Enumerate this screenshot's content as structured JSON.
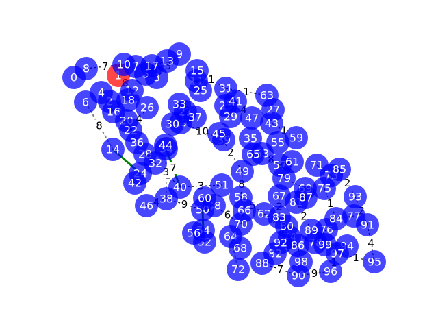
{
  "colors": {
    "node_fill": "#0000ff",
    "highlight_fill": "#ff0000",
    "edge_default": "#7f7f7f",
    "edge_highlight": "#008000",
    "edge_dark": "#000000",
    "label_color": "#ffffff"
  },
  "graph": {
    "highlighted_node": "1",
    "nodes": [
      {
        "id": "0"
      },
      {
        "id": "1"
      },
      {
        "id": "2"
      },
      {
        "id": "3"
      },
      {
        "id": "4"
      },
      {
        "id": "5"
      },
      {
        "id": "6"
      },
      {
        "id": "7"
      },
      {
        "id": "8"
      },
      {
        "id": "9"
      },
      {
        "id": "10"
      },
      {
        "id": "11"
      },
      {
        "id": "12"
      },
      {
        "id": "13"
      },
      {
        "id": "14"
      },
      {
        "id": "15"
      },
      {
        "id": "16"
      },
      {
        "id": "17"
      },
      {
        "id": "18"
      },
      {
        "id": "19"
      },
      {
        "id": "20"
      },
      {
        "id": "21"
      },
      {
        "id": "22"
      },
      {
        "id": "23"
      },
      {
        "id": "24"
      },
      {
        "id": "25"
      },
      {
        "id": "26"
      },
      {
        "id": "27"
      },
      {
        "id": "28"
      },
      {
        "id": "29"
      },
      {
        "id": "30"
      },
      {
        "id": "31"
      },
      {
        "id": "32"
      },
      {
        "id": "33"
      },
      {
        "id": "34"
      },
      {
        "id": "35"
      },
      {
        "id": "36"
      },
      {
        "id": "37"
      },
      {
        "id": "38"
      },
      {
        "id": "39"
      },
      {
        "id": "40"
      },
      {
        "id": "41"
      },
      {
        "id": "42"
      },
      {
        "id": "43"
      },
      {
        "id": "44"
      },
      {
        "id": "45"
      },
      {
        "id": "46"
      },
      {
        "id": "47"
      },
      {
        "id": "48"
      },
      {
        "id": "49"
      },
      {
        "id": "50"
      },
      {
        "id": "51"
      },
      {
        "id": "52"
      },
      {
        "id": "53"
      },
      {
        "id": "54"
      },
      {
        "id": "55"
      },
      {
        "id": "56"
      },
      {
        "id": "57"
      },
      {
        "id": "58"
      },
      {
        "id": "59"
      },
      {
        "id": "60"
      },
      {
        "id": "61"
      },
      {
        "id": "62"
      },
      {
        "id": "63"
      },
      {
        "id": "64"
      },
      {
        "id": "65"
      },
      {
        "id": "66"
      },
      {
        "id": "67"
      },
      {
        "id": "68"
      },
      {
        "id": "69"
      },
      {
        "id": "70"
      },
      {
        "id": "71"
      },
      {
        "id": "72"
      },
      {
        "id": "73"
      },
      {
        "id": "74"
      },
      {
        "id": "75"
      },
      {
        "id": "76"
      },
      {
        "id": "77"
      },
      {
        "id": "78"
      },
      {
        "id": "79"
      },
      {
        "id": "80"
      },
      {
        "id": "81"
      },
      {
        "id": "82"
      },
      {
        "id": "83"
      },
      {
        "id": "84"
      },
      {
        "id": "85"
      },
      {
        "id": "86"
      },
      {
        "id": "87"
      },
      {
        "id": "88"
      },
      {
        "id": "89"
      },
      {
        "id": "90"
      },
      {
        "id": "91"
      },
      {
        "id": "92"
      },
      {
        "id": "93"
      },
      {
        "id": "94"
      },
      {
        "id": "95"
      },
      {
        "id": "96"
      },
      {
        "id": "97"
      },
      {
        "id": "98"
      },
      {
        "id": "99"
      }
    ],
    "edges": [
      {
        "from": "6",
        "to": "14",
        "weight": "8",
        "style": "default"
      },
      {
        "from": "14",
        "to": "24",
        "weight": "",
        "style": "highlight"
      },
      {
        "from": "1",
        "to": "12",
        "weight": "8",
        "style": "dark"
      },
      {
        "from": "3",
        "to": "9",
        "weight": "3",
        "style": "dark"
      },
      {
        "from": "15",
        "to": "31",
        "weight": "1",
        "style": "dark"
      },
      {
        "from": "31",
        "to": "63",
        "weight": "1",
        "style": "dark"
      },
      {
        "from": "19",
        "to": "39",
        "weight": "10",
        "style": "dark"
      },
      {
        "from": "34",
        "to": "40",
        "weight": "7",
        "style": "highlight"
      },
      {
        "from": "40",
        "to": "51",
        "weight": "3",
        "style": "dark"
      },
      {
        "from": "38",
        "to": "50",
        "weight": "9",
        "style": "dark"
      },
      {
        "from": "46",
        "to": "38",
        "weight": "4",
        "style": "dark"
      },
      {
        "from": "50",
        "to": "54",
        "weight": "",
        "style": "highlight"
      },
      {
        "from": "48",
        "to": "70",
        "weight": "6",
        "style": "dark"
      },
      {
        "from": "64",
        "to": "72",
        "weight": "",
        "style": "default"
      },
      {
        "from": "88",
        "to": "90",
        "weight": "7",
        "style": "dark"
      },
      {
        "from": "90",
        "to": "96",
        "weight": "9",
        "style": "dark"
      },
      {
        "from": "96",
        "to": "97",
        "weight": "1",
        "style": "dark"
      },
      {
        "from": "97",
        "to": "95",
        "weight": "1",
        "style": "dark"
      },
      {
        "from": "91",
        "to": "95",
        "weight": "4",
        "style": "dark"
      },
      {
        "from": "85",
        "to": "93",
        "weight": "2",
        "style": "dark"
      },
      {
        "from": "93",
        "to": "91",
        "weight": "2",
        "style": "dark"
      },
      {
        "from": "43",
        "to": "59",
        "weight": "1",
        "style": "dark"
      },
      {
        "from": "41",
        "to": "47",
        "weight": "4",
        "style": "dark"
      },
      {
        "from": "45",
        "to": "49",
        "weight": "2",
        "style": "dark"
      },
      {
        "from": "49",
        "to": "58",
        "weight": "8",
        "style": "dark"
      },
      {
        "from": "58",
        "to": "62",
        "weight": "5",
        "style": "dark"
      },
      {
        "from": "62",
        "to": "80",
        "weight": "2",
        "style": "dark"
      },
      {
        "from": "33",
        "to": "37",
        "weight": "2",
        "style": "dark"
      },
      {
        "from": "22",
        "to": "26",
        "weight": "4",
        "style": "dark"
      },
      {
        "from": "28",
        "to": "32",
        "weight": "1",
        "style": "dark"
      },
      {
        "from": "24",
        "to": "42",
        "weight": "",
        "style": "dark"
      },
      {
        "from": "32",
        "to": "40",
        "weight": "1",
        "style": "dark"
      },
      {
        "from": "44",
        "to": "38",
        "weight": "3",
        "style": "dark"
      },
      {
        "from": "11",
        "to": "25",
        "weight": "",
        "style": "dark"
      },
      {
        "from": "53",
        "to": "57",
        "weight": "8",
        "style": "dark"
      },
      {
        "from": "57",
        "to": "61",
        "weight": "",
        "style": "dark"
      },
      {
        "from": "67",
        "to": "83",
        "weight": "2",
        "style": "dark"
      },
      {
        "from": "81",
        "to": "89",
        "weight": "2",
        "style": "dark"
      },
      {
        "from": "75",
        "to": "84",
        "weight": "1",
        "style": "dark"
      },
      {
        "from": "79",
        "to": "69",
        "weight": "",
        "style": "dark"
      },
      {
        "from": "83",
        "to": "74",
        "weight": "3",
        "style": "dark"
      },
      {
        "from": "76",
        "to": "78",
        "weight": "",
        "style": "dark"
      },
      {
        "from": "92",
        "to": "82",
        "weight": "",
        "style": "dark"
      },
      {
        "from": "68",
        "to": "64",
        "weight": "",
        "style": "default"
      },
      {
        "from": "52",
        "to": "56",
        "weight": "",
        "style": "dark"
      },
      {
        "from": "8",
        "to": "10",
        "weight": "7",
        "style": "dark"
      },
      {
        "from": "17",
        "to": "13",
        "weight": "",
        "style": "dark"
      },
      {
        "from": "2",
        "to": "16",
        "weight": "",
        "style": "dark"
      },
      {
        "from": "20",
        "to": "36",
        "weight": "",
        "style": "dark"
      },
      {
        "from": "60",
        "to": "50",
        "weight": "",
        "style": "dark"
      },
      {
        "from": "66",
        "to": "70",
        "weight": "",
        "style": "dark"
      },
      {
        "from": "86",
        "to": "98",
        "weight": "",
        "style": "dark"
      },
      {
        "from": "99",
        "to": "94",
        "weight": "",
        "style": "dark"
      },
      {
        "from": "77",
        "to": "84",
        "weight": "",
        "style": "dark"
      },
      {
        "from": "71",
        "to": "73",
        "weight": "",
        "style": "dark"
      },
      {
        "from": "87",
        "to": "81",
        "weight": "",
        "style": "dark"
      }
    ]
  }
}
